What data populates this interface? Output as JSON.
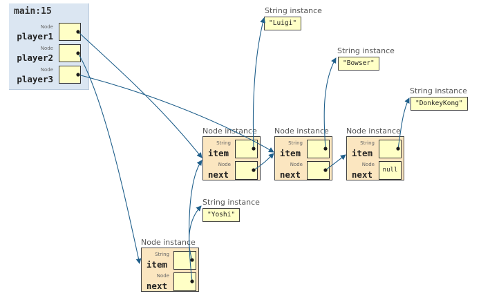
{
  "frame": {
    "title": "main:15",
    "vars": [
      {
        "type": "Node",
        "name": "player1"
      },
      {
        "type": "Node",
        "name": "player2"
      },
      {
        "type": "Node",
        "name": "player3"
      }
    ]
  },
  "instance_labels": {
    "node": "Node instance",
    "string": "String instance"
  },
  "field_types": {
    "item": "String",
    "next": "Node"
  },
  "field_names": {
    "item": "item",
    "next": "next"
  },
  "nodes": [
    {
      "id": "A"
    },
    {
      "id": "B"
    },
    {
      "id": "C",
      "next_value": "null"
    },
    {
      "id": "D"
    }
  ],
  "strings": [
    {
      "value": "\"Luigi\""
    },
    {
      "value": "\"Bowser\""
    },
    {
      "value": "\"DonkeyKong\""
    },
    {
      "value": "\"Yoshi\""
    }
  ],
  "colors": {
    "arrow": "#1f5f8b",
    "frame_bg": "#dbe6f2",
    "node_bg": "#fbe6c0",
    "cell_bg": "#ffffc6"
  }
}
